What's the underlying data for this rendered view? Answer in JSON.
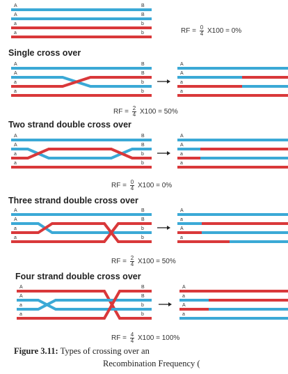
{
  "colors": {
    "blue": "#3ba9d6",
    "red": "#d9383a"
  },
  "panels": [
    {
      "id": "no-crossover",
      "heading": "",
      "labels_left": [
        "A",
        "A",
        "a",
        "a"
      ],
      "labels_right": [
        "B",
        "B",
        "b",
        "b"
      ],
      "rf": {
        "prefix": "RF =",
        "num": "0",
        "den": "4",
        "suffix": "X100 = 0%"
      }
    },
    {
      "id": "single-crossover",
      "heading": "Single cross over",
      "labels_left": [
        "A",
        "A",
        "a",
        "a"
      ],
      "labels_right": [
        "B",
        "B",
        "b",
        "b"
      ],
      "result_labels": [
        "A",
        "A",
        "a",
        "a"
      ],
      "rf": {
        "prefix": "RF =",
        "num": "2",
        "den": "4",
        "suffix": "X100 = 50%"
      }
    },
    {
      "id": "two-strand-double",
      "heading": "Two strand double cross over",
      "labels_left": [
        "A",
        "A",
        "a",
        "a"
      ],
      "labels_right": [
        "B",
        "B",
        "b",
        "b"
      ],
      "result_labels": [
        "A",
        "A",
        "a",
        "a"
      ],
      "rf": {
        "prefix": "RF =",
        "num": "0",
        "den": "4",
        "suffix": "X100 = 0%"
      }
    },
    {
      "id": "three-strand-double",
      "heading": "Three strand double cross over",
      "labels_left": [
        "A",
        "A",
        "a",
        "a"
      ],
      "labels_right": [
        "B",
        "B",
        "b",
        "b"
      ],
      "result_labels": [
        "A",
        "a",
        "A",
        "a"
      ],
      "rf": {
        "prefix": "RF =",
        "num": "2",
        "den": "4",
        "suffix": "X100 = 50%"
      }
    },
    {
      "id": "four-strand-double",
      "heading": "Four strand double cross over",
      "labels_left": [
        "A",
        "A",
        "a",
        "a"
      ],
      "labels_right": [
        "B",
        "B",
        "b",
        "b"
      ],
      "result_labels": [
        "A",
        "a",
        "A",
        "a"
      ],
      "rf": {
        "prefix": "RF =",
        "num": "4",
        "den": "4",
        "suffix": "X100 = 100%"
      }
    }
  ],
  "caption": {
    "figure": "Figure 3.11:",
    "text1": "Types of crossing over an",
    "text2": "Recombination Frequency ("
  }
}
